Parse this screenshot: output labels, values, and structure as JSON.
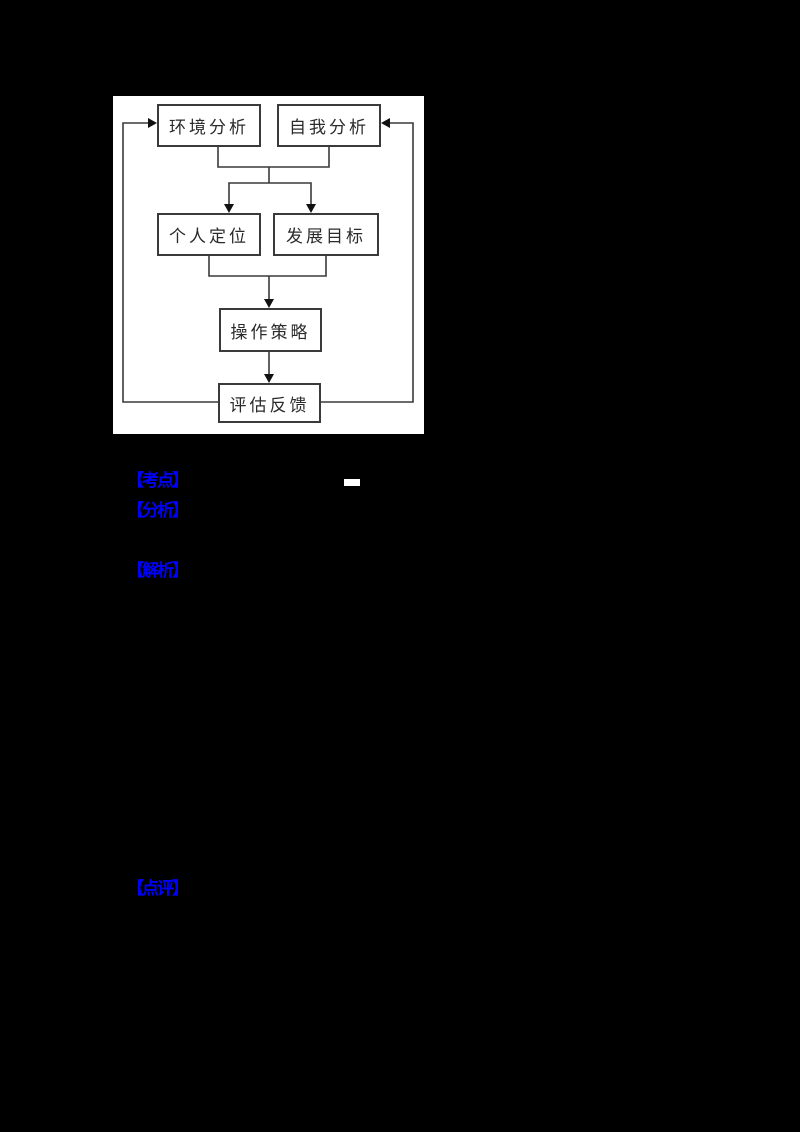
{
  "page": {
    "background": "#000000"
  },
  "diagram": {
    "background": "#ffffff",
    "type": "flowchart",
    "nodes": [
      {
        "id": "env-analysis",
        "label": "环境分析"
      },
      {
        "id": "self-analysis",
        "label": "自我分析"
      },
      {
        "id": "personal-position",
        "label": "个人定位"
      },
      {
        "id": "dev-goal",
        "label": "发展目标"
      },
      {
        "id": "operation-strategy",
        "label": "操作策略"
      },
      {
        "id": "evaluate-feedback",
        "label": "评估反馈"
      }
    ],
    "edges": [
      "环境分析 + 自我分析 -> 个人定位",
      "环境分析 + 自我分析 -> 发展目标",
      "个人定位 + 发展目标 -> 操作策略",
      "操作策略 -> 评估反馈",
      "评估反馈 -> 环境分析 (feedback loop)",
      "评估反馈 -> 自我分析 (feedback loop)"
    ]
  },
  "tags": [
    {
      "id": "exam-point",
      "label": "【考点】"
    },
    {
      "id": "analysis",
      "label": "【分析】"
    },
    {
      "id": "explain",
      "label": "【解析】"
    },
    {
      "id": "comment",
      "label": "【点评】"
    }
  ],
  "colors": {
    "tag_blue": "#0000fe",
    "line": "#3a3a3a",
    "arrow": "#111111",
    "diagram_text": "#2b2b2b",
    "panel_bg": "#ffffff",
    "page_bg": "#000000"
  }
}
